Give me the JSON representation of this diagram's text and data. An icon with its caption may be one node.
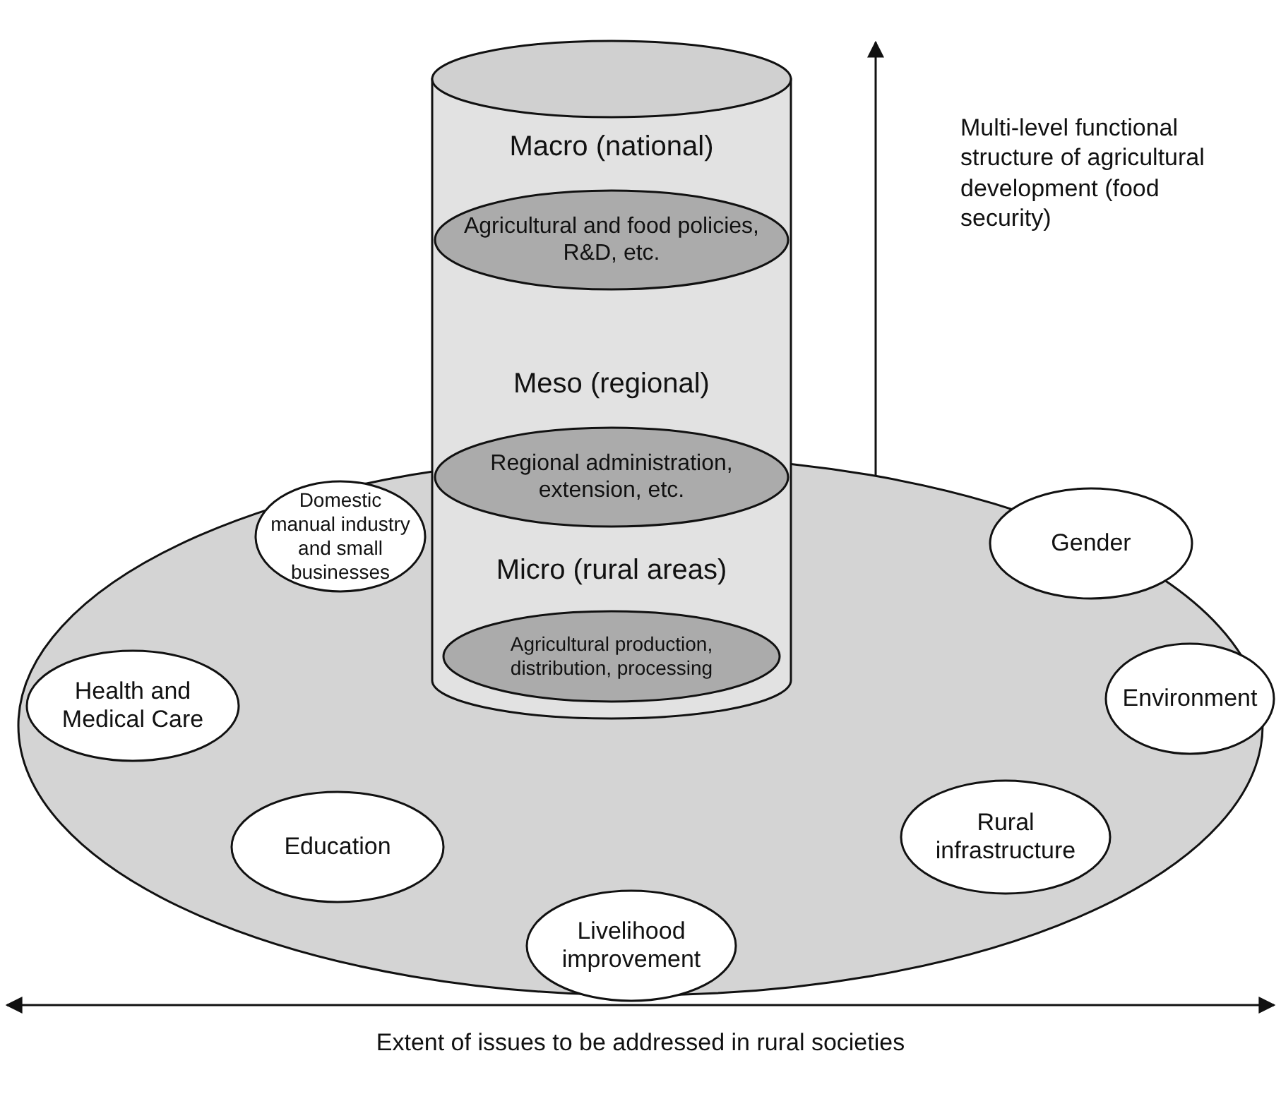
{
  "diagram": {
    "nodes": [
      {
        "text": [],
        "shape": "ellipse"
      },
      {
        "text": [
          "Macro (national)",
          "Meso (regional)",
          "Micro (rural areas)"
        ]
      },
      {
        "text": [
          "Agricultural and food policies, R&D, etc."
        ],
        "in": 1
      },
      {
        "text": [
          "Regional administration, extension, etc."
        ],
        "in": 1
      },
      {
        "text": [
          "Agricultural production, distribution, processing"
        ]
      },
      {
        "text": [
          "Domestic manual industry and small businesses"
        ],
        "in": 0
      },
      {
        "text": [
          "Gender"
        ],
        "in": 0
      },
      {
        "text": [
          "Health and Medical Care"
        ],
        "in": 0
      },
      {
        "text": [
          "Environment"
        ],
        "in": 0
      },
      {
        "text": [
          "Education"
        ],
        "in": 0
      },
      {
        "text": [
          "Rural infrastructure"
        ],
        "in": 0
      },
      {
        "text": [
          "Livelihood improvement"
        ],
        "in": 0
      }
    ],
    "labels": [
      "Multi-level functional structure of agricultural development (food security)",
      "Extent of issues to be addressed in rural societies"
    ]
  }
}
